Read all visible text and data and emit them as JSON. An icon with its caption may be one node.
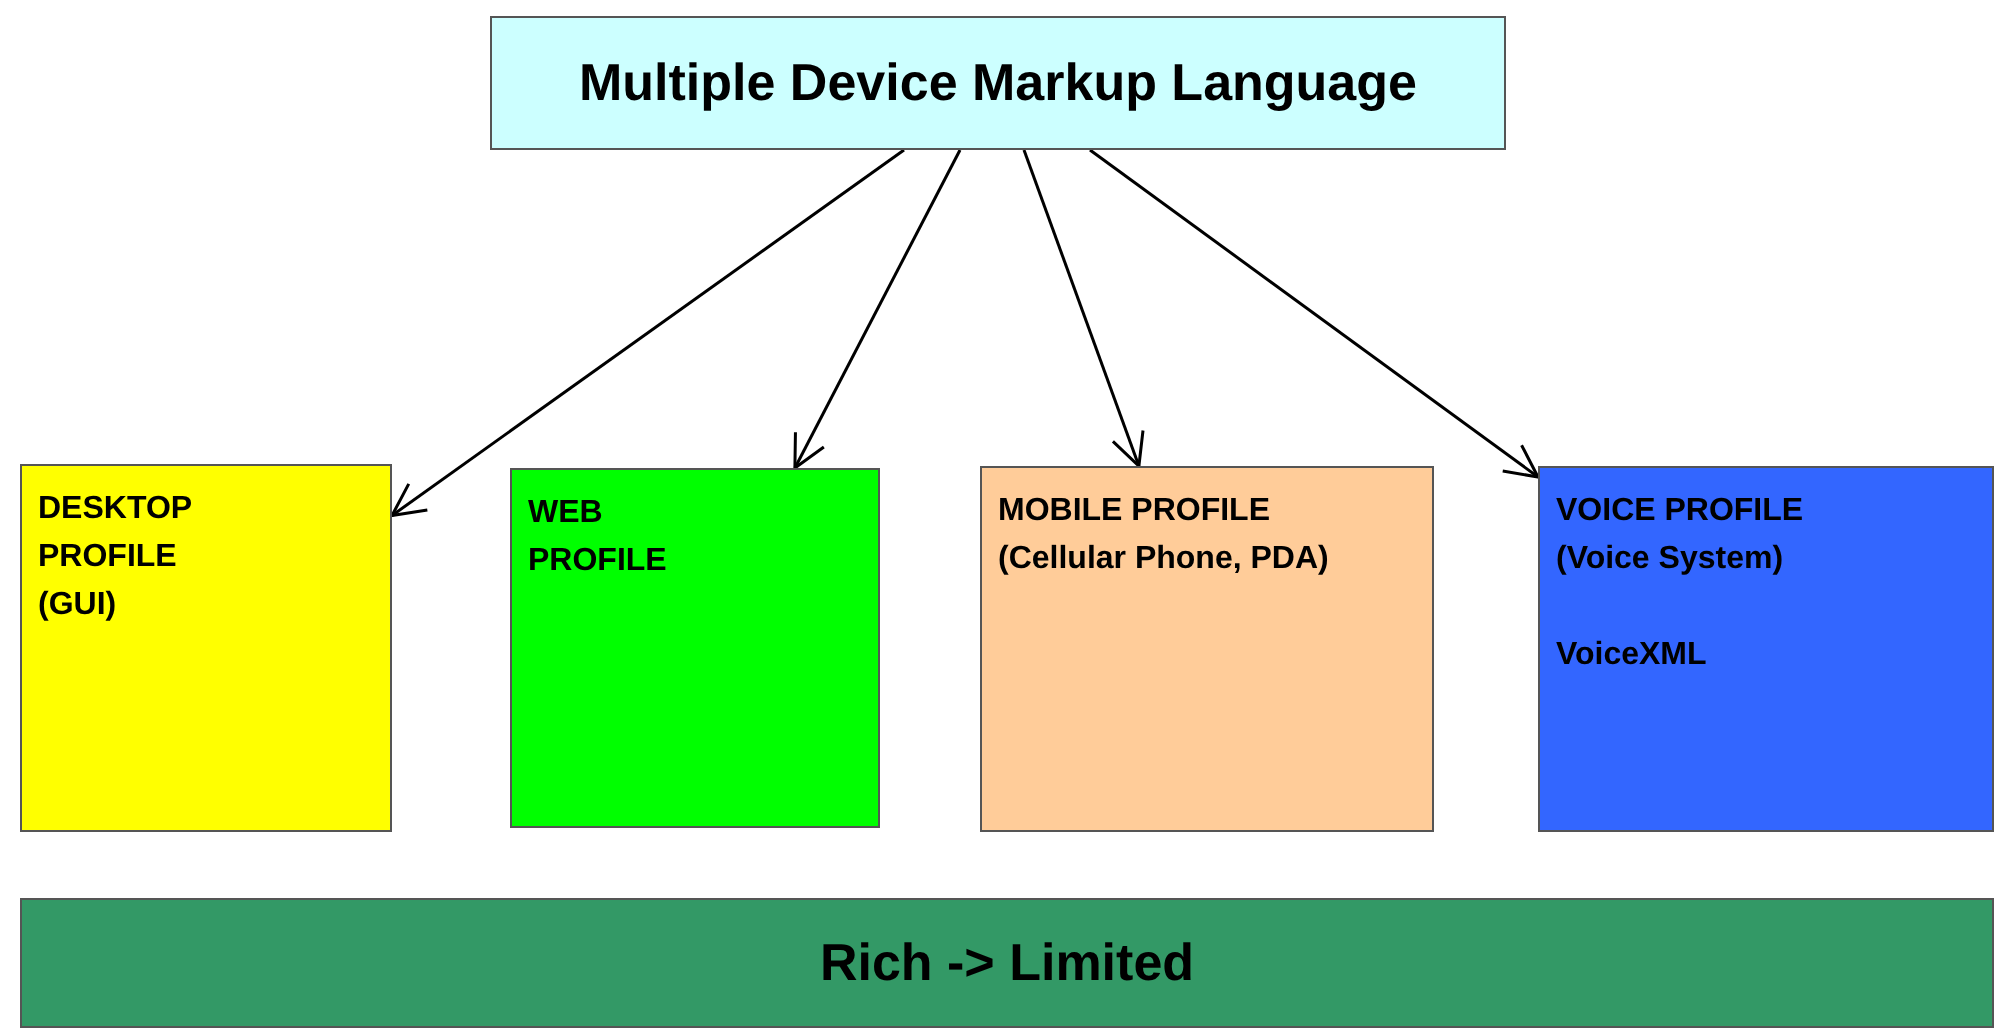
{
  "diagram": {
    "nodes": [
      {
        "text": [
          "Multiple Device Markup Language"
        ]
      },
      {
        "text": [
          "DESKTOP PROFILE (GUI)"
        ]
      },
      {
        "text": [
          "WEB PROFILE"
        ]
      },
      {
        "text": [
          "MOBILE PROFILE (Cellular Phone, PDA)"
        ]
      },
      {
        "text": [
          "VOICE PROFILE (Voice System)",
          "VoiceXML"
        ]
      },
      {
        "text": [
          "Rich -> Limited"
        ]
      }
    ],
    "edges": [
      {
        "from": 0,
        "to": 1,
        "arrow": "to"
      },
      {
        "from": 0,
        "to": 2,
        "arrow": "to"
      },
      {
        "from": 0,
        "to": 3,
        "arrow": "to"
      },
      {
        "from": 0,
        "to": 4,
        "arrow": "to"
      }
    ]
  }
}
